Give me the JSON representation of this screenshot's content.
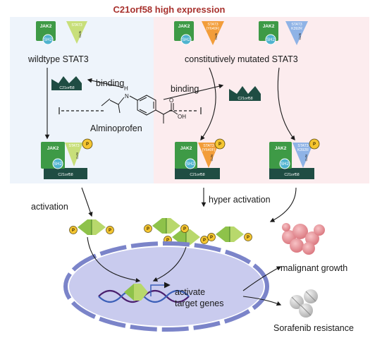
{
  "title": "C21orf58 high expression",
  "colors": {
    "title": "#a8322e",
    "left_panel": "#eef4fb",
    "right_panel": "#fcecee",
    "jak2": "#3e9a46",
    "sh2": "#4fb3cf",
    "stat3_wt": "#c8df7a",
    "stat3_y640f": "#f29d3a",
    "stat3_k392r": "#8fb3e6",
    "c21orf58": "#1f4d43",
    "phospho": "#f4c531",
    "nucleus": "#c9cbee",
    "nucleus_border": "#7b84c9",
    "dna_a": "#4a1f6e",
    "dna_b": "#3b5fb8"
  },
  "left": {
    "jak2": "JAK2",
    "stat3": "STAT3",
    "sh2": "SH2",
    "ntd": "NTD",
    "heading": "wildtype STAT3",
    "binding_label": "binding",
    "c21orf58": "C21orf58",
    "complex": {
      "jak2": "JAK2",
      "stat3": "STAT3",
      "sh2": "SH2",
      "ntd": "NTD",
      "p": "P",
      "c21orf58": "C21orf58"
    }
  },
  "right": {
    "heading": "constitutively mutated STAT3",
    "binding_label": "binding",
    "c21orf58": "C21orf58",
    "mutant_a": {
      "jak2": "JAK2",
      "stat3": "STAT3",
      "mutation": "(Y640F)",
      "sh2": "SH2",
      "ntd": "NTD"
    },
    "mutant_b": {
      "jak2": "JAK2",
      "stat3": "STAT3",
      "mutation": "K392R",
      "sh2": "SH2",
      "ntd": "NTD"
    },
    "complex_a": {
      "jak2": "JAK2",
      "stat3": "STAT3",
      "mutation": "(Y640F)",
      "sh2": "SH2",
      "ntd": "NTD",
      "p": "P",
      "c21orf58": "C21orf58"
    },
    "complex_b": {
      "jak2": "JAK2",
      "stat3": "STAT3",
      "mutation": "K392R",
      "sh2": "SH2",
      "ntd": "NTD",
      "p": "P",
      "c21orf58": "C21orf58"
    }
  },
  "drug": {
    "name": "Alminoprofen",
    "h": "H",
    "n": "N",
    "oh": "OH",
    "o": "O"
  },
  "flow": {
    "activation": "activation",
    "hyper_activation": "hyper activation",
    "p": "P",
    "activate_line1": "activate",
    "activate_line2": "target genes"
  },
  "outcomes": {
    "growth": "malignant growth",
    "resistance": "Sorafenib resistance",
    "growth_icon": "tumor-cluster-icon",
    "resistance_icon": "tablets-icon"
  }
}
